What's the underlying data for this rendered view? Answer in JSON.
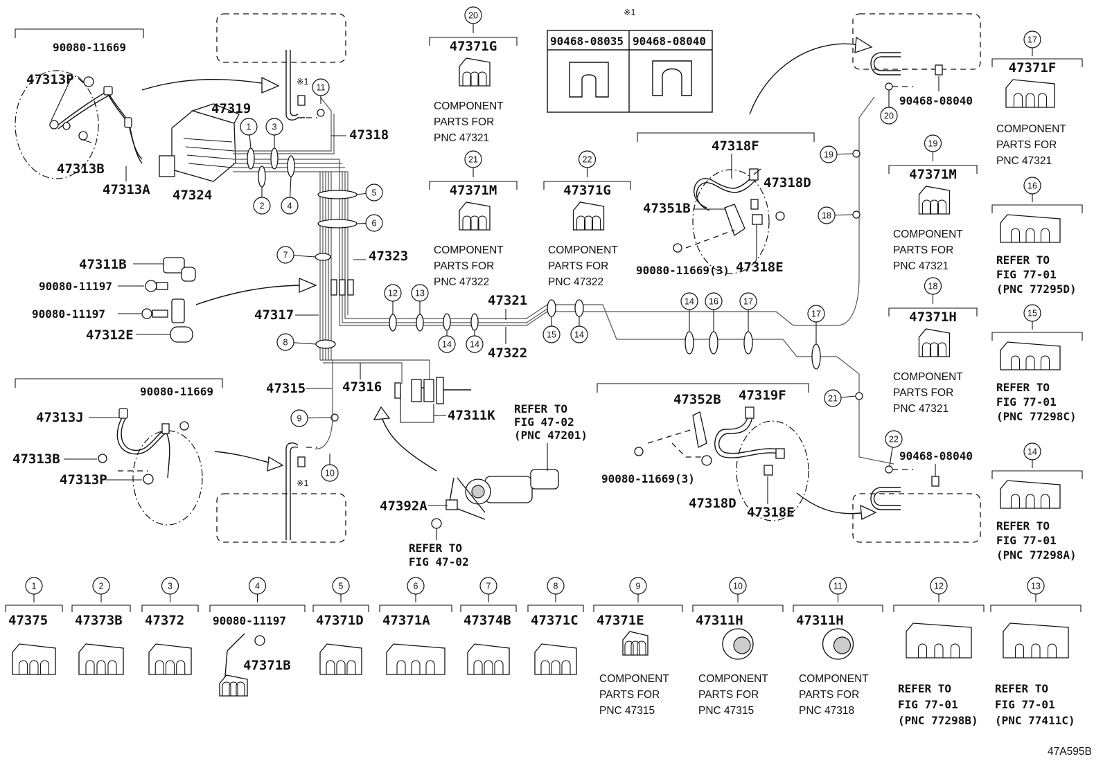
{
  "labels": {
    "p_90080_11669_tl": "90080-11669",
    "p_47313P_tl": "47313P",
    "p_47313B_tl": "47313B",
    "p_47313A": "47313A",
    "p_47319": "47319",
    "p_47324": "47324",
    "p_47318": "47318",
    "p_47323": "47323",
    "p_47317": "47317",
    "p_47311B": "47311B",
    "p_90080_11197_a": "90080-11197",
    "p_90080_11197_b": "90080-11197",
    "p_47312E": "47312E",
    "p_47315": "47315",
    "p_47316": "47316",
    "p_47311K": "47311K",
    "p_90080_11669_bl": "90080-11669",
    "p_47313J": "47313J",
    "p_47313B_bl": "47313B",
    "p_47313P_bl": "47313P",
    "p_47392A": "47392A",
    "p_47321": "47321",
    "p_47322": "47322",
    "p_47318F": "47318F",
    "p_47318D_top": "47318D",
    "p_47351B": "47351B",
    "p_90080_11669_3a": "90080-11669(3)",
    "p_47318E_top": "47318E",
    "p_47352B": "47352B",
    "p_47319F": "47319F",
    "p_90080_11669_3b": "90080-11669(3)",
    "p_47318D_bot": "47318D",
    "p_47318E_bot": "47318E",
    "p_90468_08040_a": "90468-08040",
    "p_90468_08040_b": "90468-08040",
    "ref_mark_top": "※1",
    "ref_mark_a": "※1",
    "ref_mark_b": "※1",
    "ref_fig_47_02_a_l1": "REFER TO",
    "ref_fig_47_02_a_l2": "FIG 47-02",
    "ref_fig_47_02_a_l3": "(PNC 47201)",
    "ref_fig_47_02_b_l1": "REFER TO",
    "ref_fig_47_02_b_l2": "FIG 47-02",
    "diagram_code": "47A595B"
  },
  "clip_table": {
    "col1": "90468-08035",
    "col2": "90468-08040"
  },
  "top_clips": [
    {
      "num": "20",
      "pn": "47371G",
      "l1": "COMPONENT",
      "l2": "PARTS FOR",
      "l3": "PNC 47321"
    },
    {
      "num": "21",
      "pn": "47371M",
      "l1": "COMPONENT",
      "l2": "PARTS FOR",
      "l3": "PNC 47322"
    },
    {
      "num": "22",
      "pn": "47371G",
      "l1": "COMPONENT",
      "l2": "PARTS FOR",
      "l3": "PNC 47322"
    },
    {
      "num": "19",
      "pn": "47371M",
      "l1": "COMPONENT",
      "l2": "PARTS FOR",
      "l3": "PNC 47321"
    },
    {
      "num": "18",
      "pn": "47371H",
      "l1": "COMPONENT",
      "l2": "PARTS FOR",
      "l3": "PNC 47321"
    }
  ],
  "right_clips": [
    {
      "num": "17",
      "pn": "47371F",
      "l1": "COMPONENT",
      "l2": "PARTS FOR",
      "l3": "PNC 47321"
    },
    {
      "num": "16",
      "pn": "",
      "l1": "REFER TO",
      "l2": "FIG 77-01",
      "l3": "(PNC 77295D)"
    },
    {
      "num": "15",
      "pn": "",
      "l1": "REFER TO",
      "l2": "FIG 77-01",
      "l3": "(PNC 77298C)"
    },
    {
      "num": "14",
      "pn": "",
      "l1": "REFER TO",
      "l2": "FIG 77-01",
      "l3": "(PNC 77298A)"
    }
  ],
  "bottom_row": [
    {
      "num": "1",
      "pn": "47375"
    },
    {
      "num": "2",
      "pn": "47373B"
    },
    {
      "num": "3",
      "pn": "47372"
    },
    {
      "num": "4",
      "pn": "90080-11197",
      "pn2": "47371B"
    },
    {
      "num": "5",
      "pn": "47371D"
    },
    {
      "num": "6",
      "pn": "47371A"
    },
    {
      "num": "7",
      "pn": "47374B"
    },
    {
      "num": "8",
      "pn": "47371C"
    },
    {
      "num": "9",
      "pn": "47371E",
      "l1": "COMPONENT",
      "l2": "PARTS FOR",
      "l3": "PNC 47315"
    },
    {
      "num": "10",
      "pn": "47311H",
      "l1": "COMPONENT",
      "l2": "PARTS FOR",
      "l3": "PNC 47315"
    },
    {
      "num": "11",
      "pn": "47311H",
      "l1": "COMPONENT",
      "l2": "PARTS FOR",
      "l3": "PNC 47318"
    },
    {
      "num": "12",
      "pn": "",
      "l1": "REFER TO",
      "l2": "FIG 77-01",
      "l3": "(PNC 77298B)"
    },
    {
      "num": "13",
      "pn": "",
      "l1": "REFER TO",
      "l2": "FIG 77-01",
      "l3": "(PNC 77411C)"
    }
  ],
  "callouts": {
    "c1": "1",
    "c2": "2",
    "c3": "3",
    "c4": "4",
    "c5": "5",
    "c6": "6",
    "c7": "7",
    "c8": "8",
    "c9": "9",
    "c10": "10",
    "c11": "11",
    "c12": "12",
    "c13": "13",
    "c14a": "14",
    "c14b": "14",
    "c14c": "14",
    "c14d": "14",
    "c15": "15",
    "c16": "16",
    "c17a": "17",
    "c17b": "17",
    "c18": "18",
    "c19": "19",
    "c20": "20",
    "c21": "21",
    "c22": "22"
  }
}
